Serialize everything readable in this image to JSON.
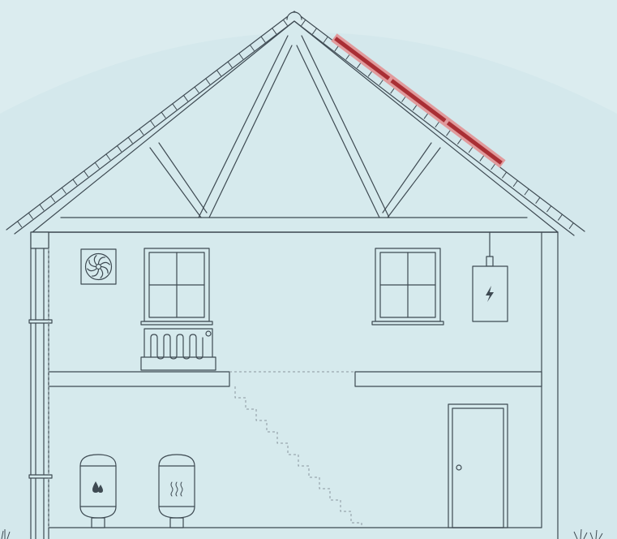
{
  "scene": {
    "subject": "house-cross-section",
    "colors": {
      "sky": "#dbecef",
      "dome": "#d4e8ec",
      "house_fill": "#d6eaed",
      "line": "#3e4a52",
      "dotted": "#8a979e",
      "solar_panel": "#a92f35",
      "solar_highlight": "#e19a9c"
    }
  },
  "icons": {
    "ventilation_fan": "fan-icon",
    "radiator": "radiator-icon",
    "power_unit": "lightning-bolt-icon",
    "water_tank": "water-drop-icon",
    "heat_tank": "heat-waves-icon",
    "solar_panels": "solar-panel-icon"
  },
  "components": {
    "solar_panel_count": 3,
    "window_count": 2,
    "tank_count": 2
  }
}
